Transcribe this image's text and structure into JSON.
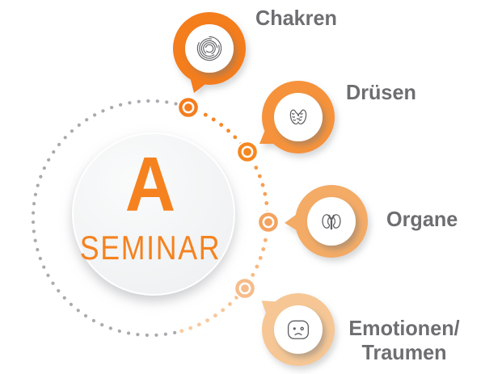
{
  "title": {
    "letter": "A",
    "word": "SEMINAR"
  },
  "items": [
    {
      "label_lines": [
        "Chakren"
      ],
      "bubble_color": "#F47D1E",
      "connector_color": "#F47D1E",
      "icon": "spiral-icon"
    },
    {
      "label_lines": [
        "Drüsen"
      ],
      "bubble_color": "#F5923B",
      "connector_color": "#F5871F",
      "icon": "thyroid-icon"
    },
    {
      "label_lines": [
        "Organe"
      ],
      "bubble_color": "#F3AB66",
      "connector_color": "#F3A360",
      "icon": "kidneys-icon"
    },
    {
      "label_lines": [
        "Emotionen/",
        "Traumen"
      ],
      "bubble_color": "#F6C795",
      "connector_color": "#F6BC8B",
      "icon": "sad-face-icon"
    }
  ],
  "ring": {
    "gray_dot_color": "#A9ABAE",
    "gradient_start": "#F5821F",
    "gradient_end": "#F9CDA4"
  },
  "label_color": "#6D6E71",
  "accent_color": "#F5821F",
  "icon_stroke": "#5E5F62",
  "background": "#FFFFFF"
}
